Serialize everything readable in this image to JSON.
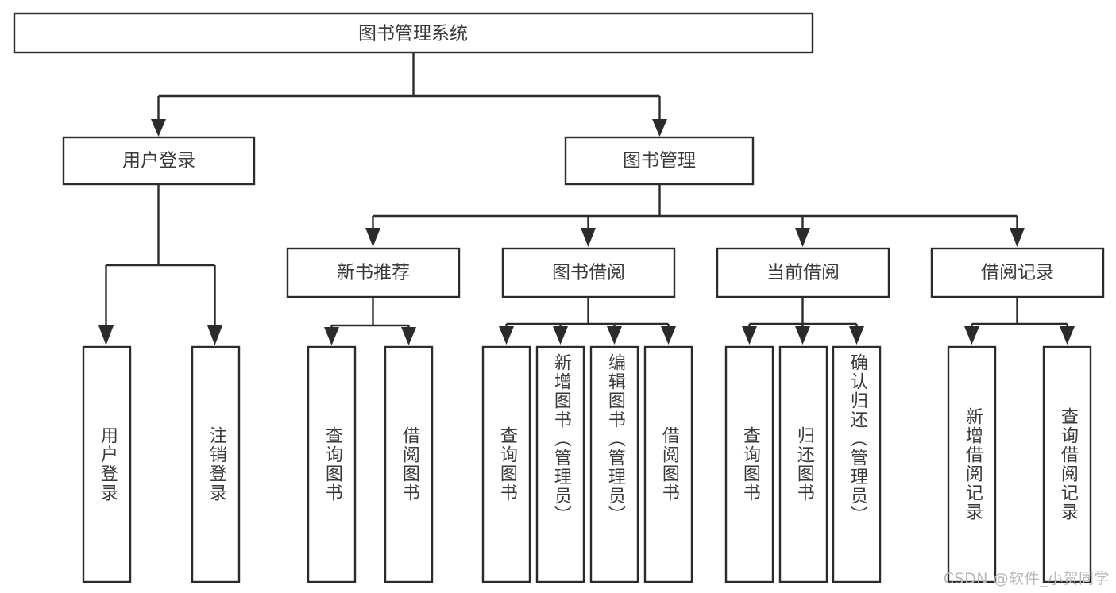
{
  "diagram": {
    "title": "图书管理系统",
    "type": "tree",
    "watermark": "CSDN @软件_小贺同学",
    "colors": {
      "box_stroke": "#2b2b2b",
      "box_fill": "#ffffff",
      "text": "#3a3a3a",
      "connector": "#2b2b2b",
      "watermark": "#b9b9b9",
      "background": "#ffffff"
    },
    "root": {
      "label": "图书管理系统"
    },
    "level1": [
      {
        "label": "用户登录"
      },
      {
        "label": "图书管理"
      }
    ],
    "level2": [
      {
        "label": "新书推荐"
      },
      {
        "label": "图书借阅"
      },
      {
        "label": "当前借阅"
      },
      {
        "label": "借阅记录"
      }
    ],
    "leaves": {
      "user_login": [
        {
          "label": "用户登录"
        },
        {
          "label": "注销登录"
        }
      ],
      "new_book": [
        {
          "label": "查询图书"
        },
        {
          "label": "借阅图书"
        }
      ],
      "book_borrow": [
        {
          "label": "查询图书"
        },
        {
          "label": "新增图书（管理员）"
        },
        {
          "label": "编辑图书（管理员）"
        },
        {
          "label": "借阅图书"
        }
      ],
      "current_borrow": [
        {
          "label": "查询图书"
        },
        {
          "label": "归还图书"
        },
        {
          "label": "确认归还（管理员）"
        }
      ],
      "borrow_record": [
        {
          "label": "新增借阅记录"
        },
        {
          "label": "查询借阅记录"
        }
      ]
    }
  }
}
